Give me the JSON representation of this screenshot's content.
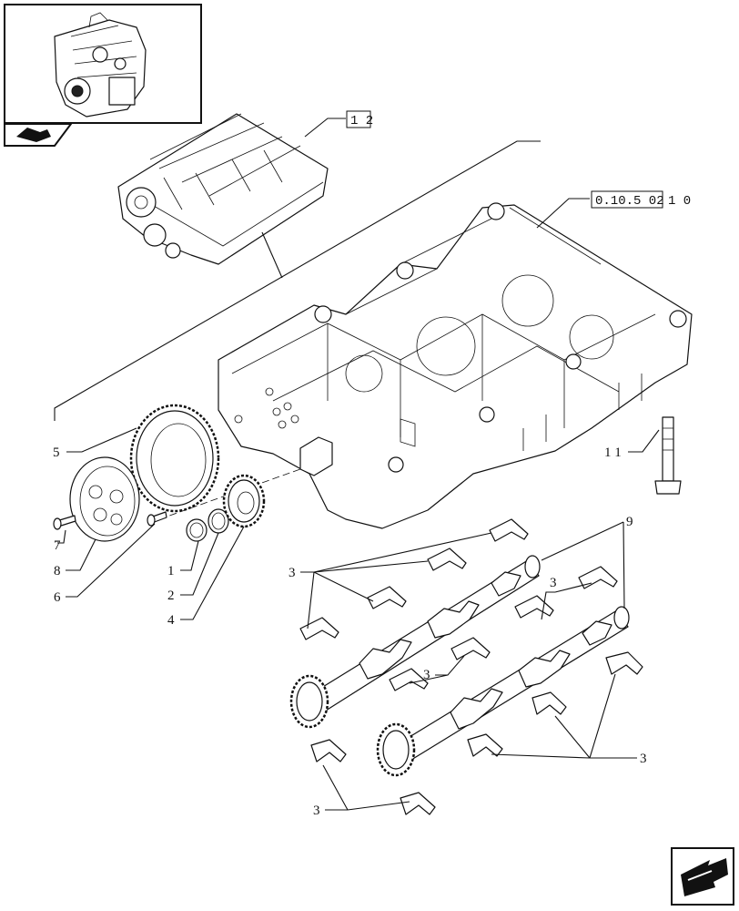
{
  "header": {
    "thumbnail_icon": "engine-thumbnail-icon",
    "nav_prev_icon": "previous-page-arrow-icon"
  },
  "footer": {
    "nav_next_icon": "next-page-arrow-icon"
  },
  "references": {
    "ref_12": "1 2",
    "ref_10_box": "0.10.5 02",
    "ref_10_suffix": "1 0"
  },
  "callouts": {
    "c1": "1",
    "c2": "2",
    "c3a": "3",
    "c3b": "3",
    "c3c": "3",
    "c3d": "3",
    "c3e": "3",
    "c4": "4",
    "c5": "5",
    "c6": "6",
    "c7": "7",
    "c8": "8",
    "c9": "9",
    "c11": "1 1"
  },
  "colors": {
    "line": "#111111",
    "background": "#ffffff",
    "icon_fill": "#222222"
  }
}
